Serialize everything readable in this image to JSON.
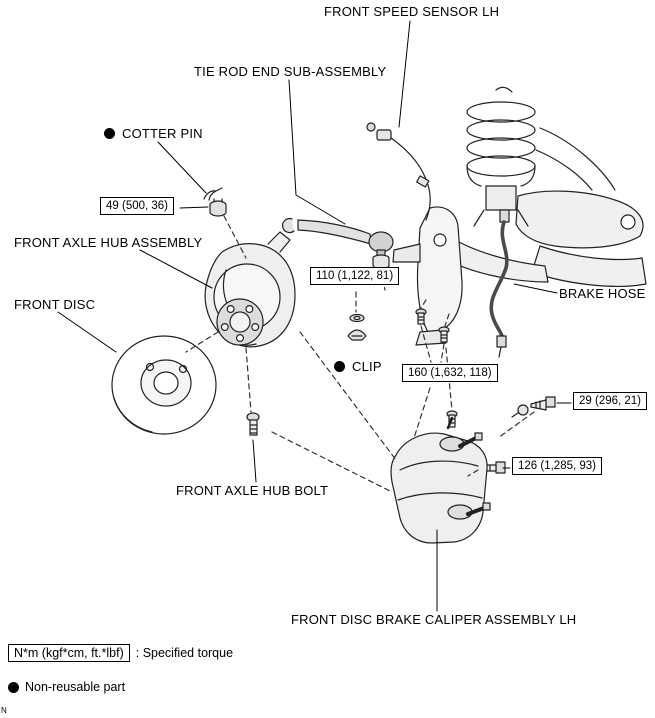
{
  "labels": {
    "speed_sensor": "FRONT SPEED SENSOR LH",
    "tie_rod": "TIE ROD END SUB-ASSEMBLY",
    "cotter_pin": "COTTER PIN",
    "hub_assembly": "FRONT AXLE HUB ASSEMBLY",
    "front_disc": "FRONT DISC",
    "brake_hose": "BRAKE HOSE",
    "clip": "CLIP",
    "hub_bolt": "FRONT AXLE HUB BOLT",
    "caliper": "FRONT DISC BRAKE CALIPER ASSEMBLY LH"
  },
  "torques": {
    "cotter_pin_nut": "49 (500, 36)",
    "tie_rod_end_nut": "110 (1,122, 81)",
    "hub_mount_bolts": "160 (1,632, 118)",
    "brake_hose_union": "29 (296, 21)",
    "caliper_mount_bolt": "126 (1,285, 93)"
  },
  "legend": {
    "unit_box": "N*m (kgf*cm, ft.*lbf)",
    "unit_desc": ": Specified torque",
    "nonreusable_desc": "Non-reusable part"
  },
  "page": {
    "corner_mark": "N"
  }
}
